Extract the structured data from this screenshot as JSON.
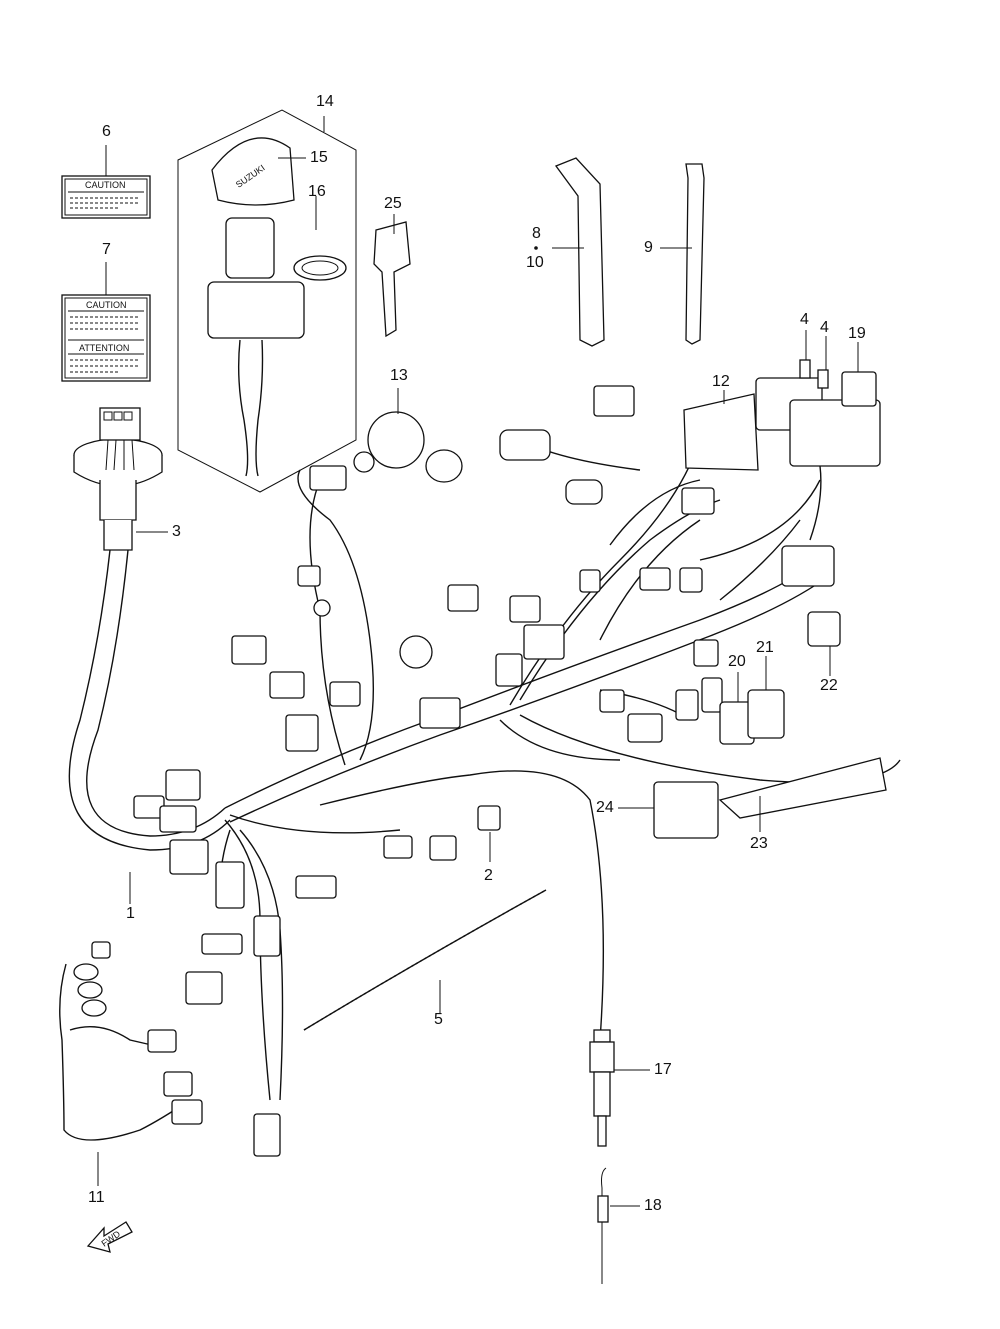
{
  "diagram": {
    "callouts": [
      {
        "id": "c1",
        "text": "1"
      },
      {
        "id": "c2",
        "text": "2"
      },
      {
        "id": "c3",
        "text": "3"
      },
      {
        "id": "c4a",
        "text": "4"
      },
      {
        "id": "c4b",
        "text": "4"
      },
      {
        "id": "c5",
        "text": "5"
      },
      {
        "id": "c6",
        "text": "6"
      },
      {
        "id": "c7",
        "text": "7"
      },
      {
        "id": "c8",
        "text": "8"
      },
      {
        "id": "c9",
        "text": "9"
      },
      {
        "id": "c10",
        "text": "10"
      },
      {
        "id": "c11",
        "text": "11"
      },
      {
        "id": "c12",
        "text": "12"
      },
      {
        "id": "c13",
        "text": "13"
      },
      {
        "id": "c14",
        "text": "14"
      },
      {
        "id": "c15",
        "text": "15"
      },
      {
        "id": "c16",
        "text": "16"
      },
      {
        "id": "c17",
        "text": "17"
      },
      {
        "id": "c18",
        "text": "18"
      },
      {
        "id": "c19",
        "text": "19"
      },
      {
        "id": "c20",
        "text": "20"
      },
      {
        "id": "c21",
        "text": "21"
      },
      {
        "id": "c22",
        "text": "22"
      },
      {
        "id": "c23",
        "text": "23"
      },
      {
        "id": "c24",
        "text": "24"
      },
      {
        "id": "c25",
        "text": "25"
      }
    ],
    "labels": {
      "caution_1": "CAUTION",
      "caution_2": "CAUTION",
      "attention": "ATTENTION",
      "key_brand": "SUZUKI",
      "fwd": "FWD"
    }
  }
}
